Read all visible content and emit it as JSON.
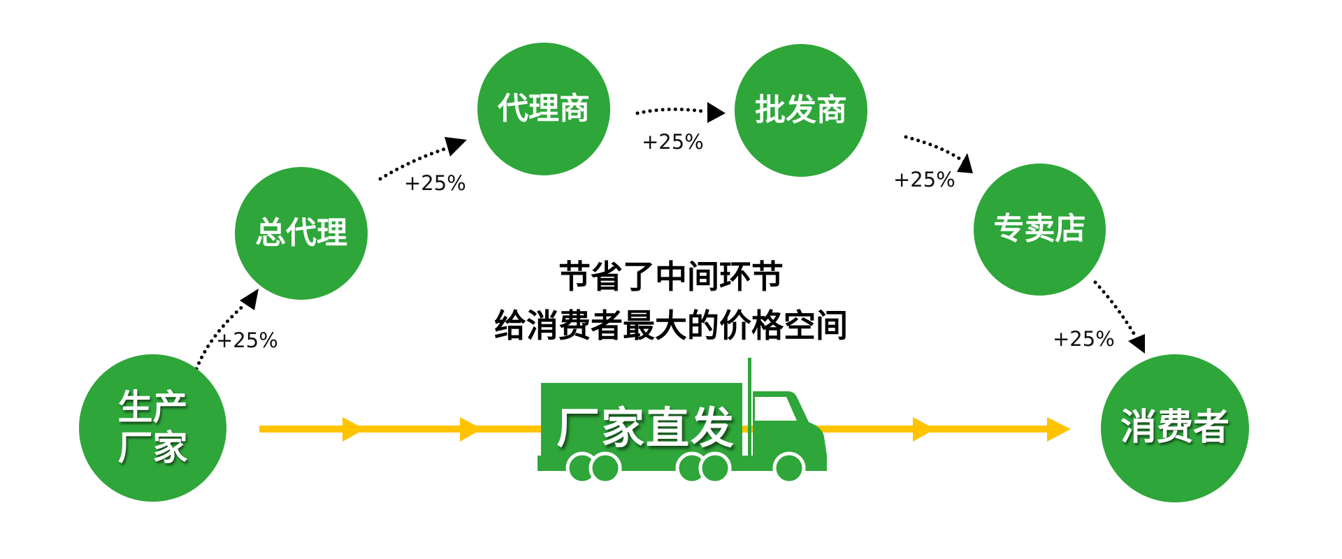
{
  "colors": {
    "node": "#2EA63A",
    "arrow_line": "#FFC300",
    "text": "#000000",
    "node_text": "#FFFFFF"
  },
  "nodes": [
    {
      "id": "manufacturer",
      "label": "生产厂家"
    },
    {
      "id": "general-agent",
      "label": "总代理"
    },
    {
      "id": "agent",
      "label": "代理商"
    },
    {
      "id": "wholesaler",
      "label": "批发商"
    },
    {
      "id": "specialty-store",
      "label": "专卖店"
    },
    {
      "id": "consumer",
      "label": "消费者"
    }
  ],
  "node_manufacturer_line1": "生产",
  "node_manufacturer_line2": "厂家",
  "markups": [
    "+25%",
    "+25%",
    "+25%",
    "+25%",
    "+25%"
  ],
  "headline": {
    "line1": "节省了中间环节",
    "line2": "给消费者最大的价格空间"
  },
  "truck": {
    "label": "厂家直发"
  }
}
